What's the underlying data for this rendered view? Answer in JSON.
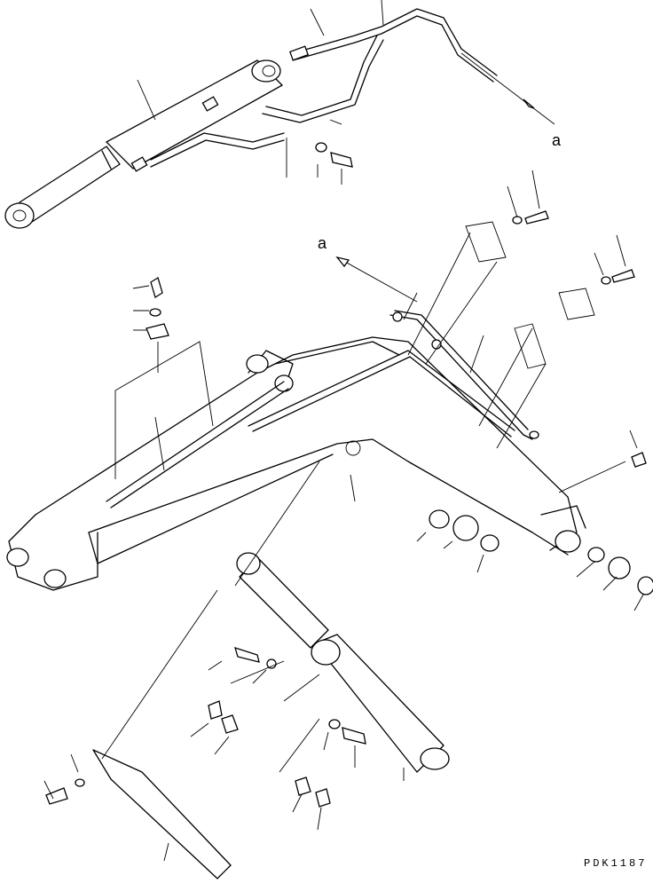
{
  "callouts": {
    "view_a_upper": "a",
    "view_a_lower": "a"
  },
  "drawing_code": "PDK1187"
}
